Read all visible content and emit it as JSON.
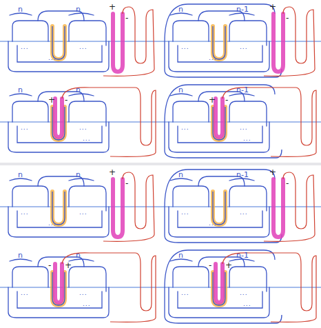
{
  "diagram": {
    "labels": [
      "n",
      "n",
      "+",
      "-",
      "...",
      "...",
      "...",
      "n",
      "n-1",
      "+",
      "-",
      "...",
      "...",
      "...",
      "n",
      "n",
      "+",
      "-",
      "...",
      "...",
      "...",
      "n",
      "n-1",
      "+",
      "-",
      "...",
      "...",
      "...",
      "n",
      "n",
      "+",
      "-",
      "...",
      "...",
      "...",
      "n",
      "n-1",
      "+",
      "-",
      "...",
      "...",
      "...",
      "n",
      "n",
      "-",
      "+",
      "...",
      "...",
      "...",
      "n",
      "n-1",
      "-",
      "+",
      "...",
      "...",
      "..."
    ]
  }
}
